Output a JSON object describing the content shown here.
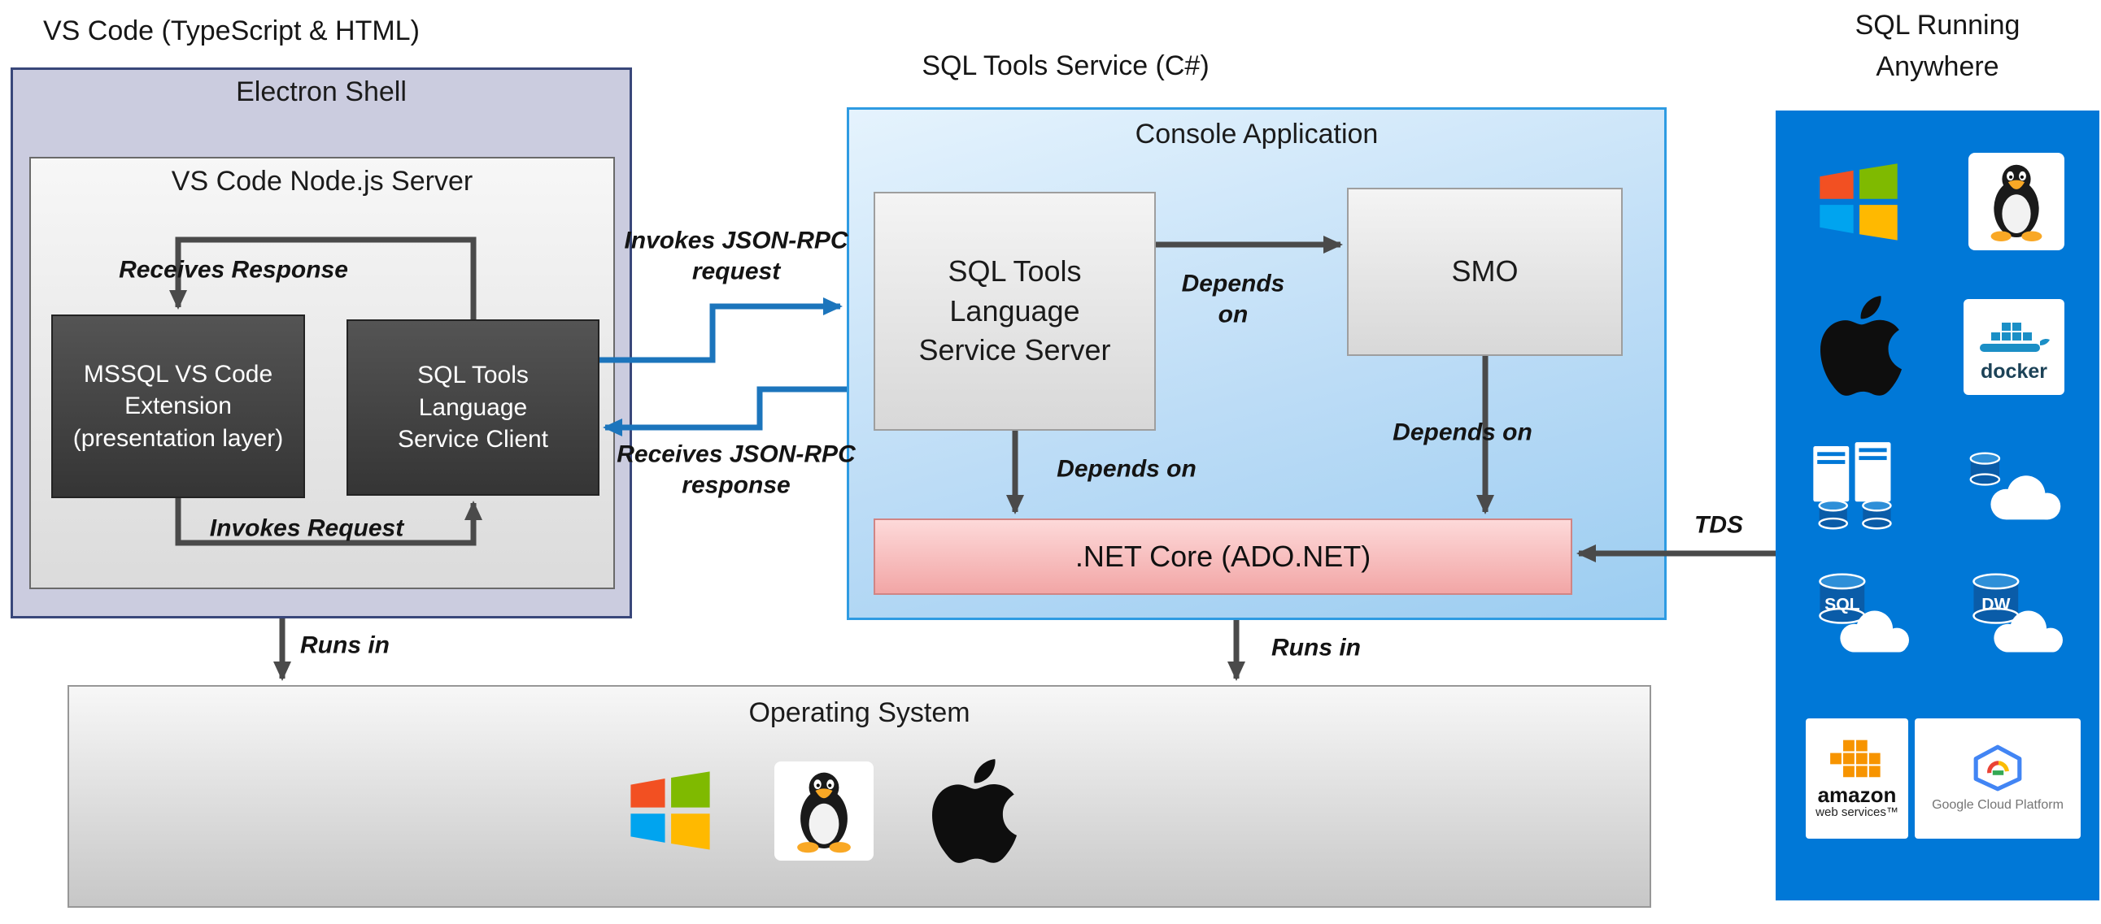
{
  "headers": {
    "vscode": "VS Code (TypeScript & HTML)",
    "sql_tools_service": "SQL Tools Service (C#)",
    "sql_running_anywhere": "SQL Running Anywhere"
  },
  "electron_shell": {
    "title": "Electron Shell",
    "node_server": {
      "title": "VS Code Node.js Server",
      "mssql_extension": "MSSQL VS Code Extension (presentation layer)",
      "service_client": "SQL Tools Language Service Client",
      "receives_response_label": "Receives Response",
      "invokes_request_label": "Invokes Request"
    },
    "runs_in_label": "Runs in"
  },
  "console_application": {
    "title": "Console Application",
    "service_server": "SQL Tools Language Service Server",
    "smo": "SMO",
    "net_core": ".NET Core (ADO.NET)",
    "depends_on_smo_label": "Depends on",
    "depends_on_net_label": "Depends on",
    "smo_depends_on_net_label": "Depends on",
    "runs_in_label": "Runs in"
  },
  "rpc": {
    "invokes_label": "Invokes JSON-RPC request",
    "receives_label": "Receives JSON-RPC response"
  },
  "tds_label": "TDS",
  "operating_system": {
    "title": "Operating System",
    "icons": [
      "windows-logo-icon",
      "linux-tux-icon",
      "apple-logo-icon"
    ]
  },
  "right_panel": {
    "icons": [
      "windows-logo-icon",
      "linux-tux-icon",
      "apple-logo-icon",
      "docker-icon",
      "server-stack-icon",
      "cloud-database-icon",
      "sql-database-cloud-icon",
      "dw-database-cloud-icon",
      "aws-logo-icon",
      "gcp-logo-icon"
    ],
    "docker_text": "docker",
    "sql_text": "SQL",
    "dw_text": "DW",
    "aws_text_line1": "amazon",
    "aws_text_line2": "web services™",
    "gcp_text": "Google Cloud Platform"
  },
  "colors": {
    "panel_blue": "#0078d7",
    "arrow_dark": "#4a4a4a",
    "arrow_blue": "#1c75bc",
    "shell_fill": "#cbccdf",
    "shell_border": "#39477a",
    "console_border": "#2e9be2",
    "net_core_fill": "#f2a6a6"
  }
}
